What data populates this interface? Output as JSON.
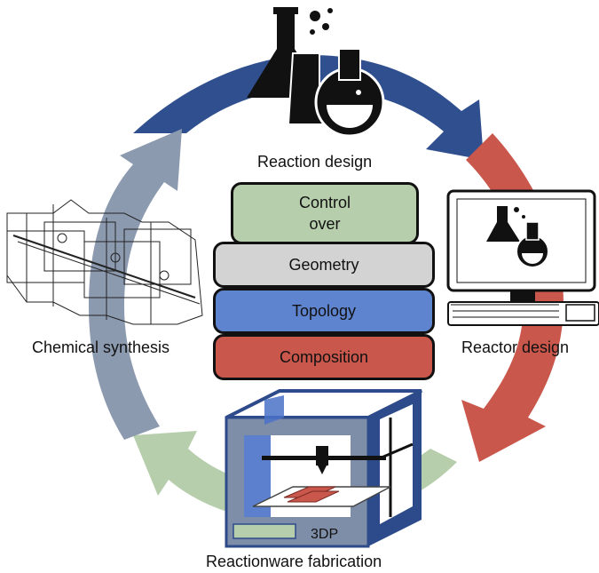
{
  "labels": {
    "reaction_design": "Reaction design",
    "reactor_design": "Reactor design",
    "reactionware_fabrication": "Reactionware fabrication",
    "chemical_synthesis": "Chemical synthesis"
  },
  "stack": {
    "control_line1": "Control",
    "control_line2": "over",
    "geometry": "Geometry",
    "topology": "Topology",
    "composition": "Composition"
  },
  "printer_label": "3DP",
  "colors": {
    "arrow_blue": "#2f4f8f",
    "arrow_red": "#c9574c",
    "arrow_green": "#b7ceac",
    "arrow_grey": "#8c9ab0",
    "printer_frame": "#2d4a8a",
    "printer_side": "#7e8ea8"
  }
}
